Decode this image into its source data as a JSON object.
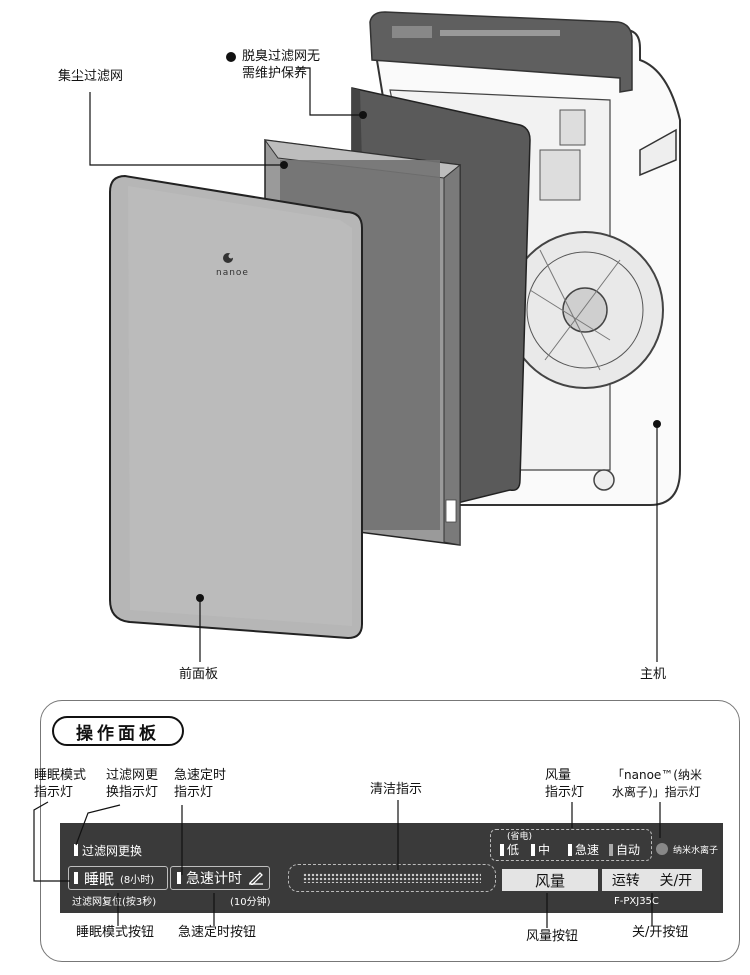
{
  "illustration": {
    "labels": {
      "deodorizing_filter": [
        "脱臭过滤网无",
        "需维护保养"
      ],
      "dust_filter": "集尘过滤网",
      "front_panel": "前面板",
      "main_unit": "主机"
    },
    "front_panel_logo": "nanoe"
  },
  "operation_panel": {
    "title": "操作面板",
    "callouts": {
      "sleep_indicator": [
        "睡眠模式",
        "指示灯"
      ],
      "filter_replace_indicator": [
        "过滤网更",
        "换指示灯"
      ],
      "turbo_timer_indicator": [
        "急速定时",
        "指示灯"
      ],
      "clean_indicator": "清洁指示",
      "airflow_indicator": [
        "风量",
        "指示灯"
      ],
      "nanoe_indicator": [
        "「nanoe™(纳米",
        "水离子)」指示灯"
      ],
      "sleep_button": "睡眠模式按钮",
      "turbo_timer_button": "急速定时按钮",
      "airflow_button": "风量按钮",
      "power_button": "关/开按钮"
    },
    "panel": {
      "filter_replace_text": "过滤网更换",
      "sleep_button_text": "睡眠",
      "sleep_button_sub": "(8小时)",
      "turbo_timer_text": "急速计时",
      "filter_reset_note": "过滤网复位(按3秒)",
      "timer_note": "(10分钟)",
      "eco_label": "(省电)",
      "airflow_levels": [
        "低",
        "中",
        "急速",
        "自动"
      ],
      "nanoe_text": "纳米水离子",
      "airflow_button_text": "风量",
      "run_text": "运转",
      "power_text": "关/开",
      "model": "F-PXJ35C"
    }
  }
}
